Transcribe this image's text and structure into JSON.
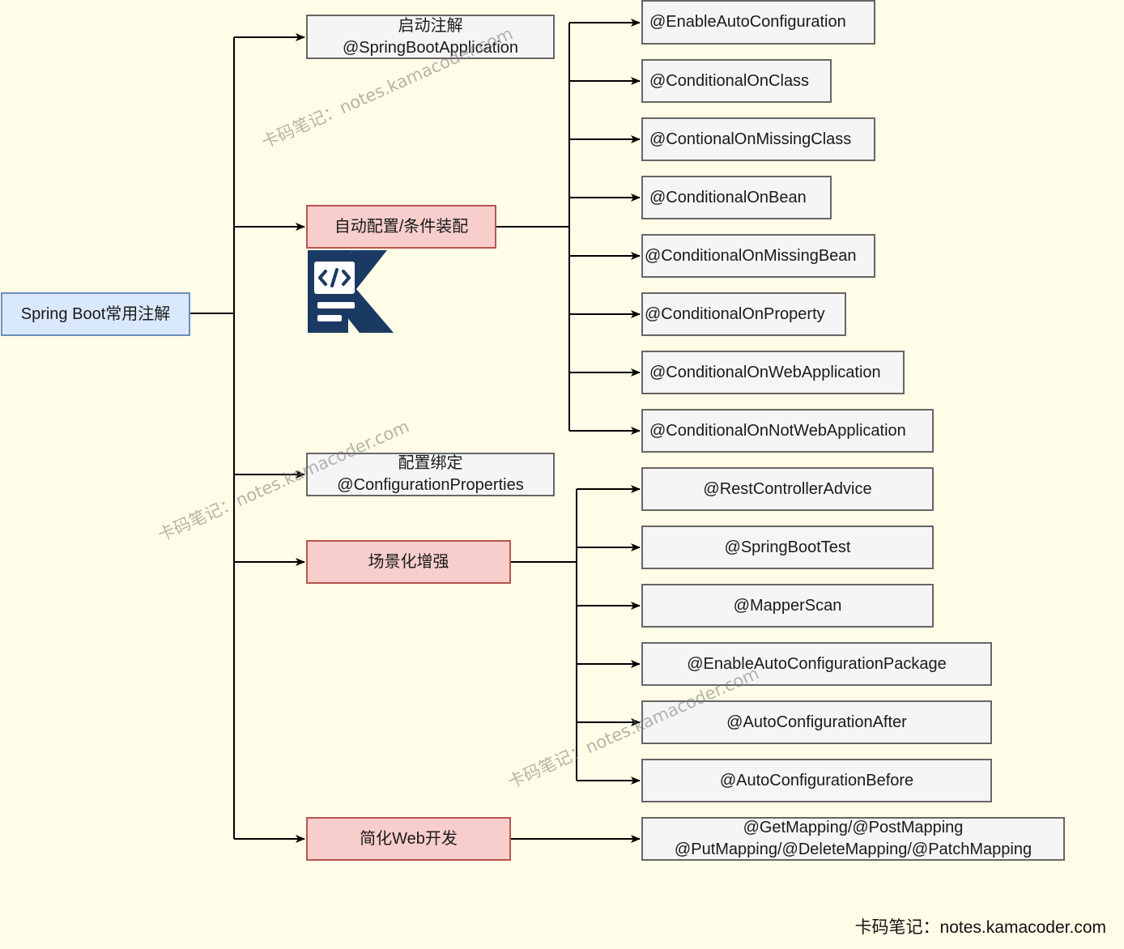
{
  "root": {
    "label": "Spring Boot常用注解"
  },
  "categories": [
    {
      "id": "startup",
      "lines": [
        "启动注解",
        "@SpringBootApplication"
      ]
    },
    {
      "id": "autoconfig",
      "lines": [
        "自动配置/条件装配"
      ]
    },
    {
      "id": "binding",
      "lines": [
        "配置绑定",
        "@ConfigurationProperties"
      ]
    },
    {
      "id": "scenario",
      "lines": [
        "场景化增强"
      ]
    },
    {
      "id": "web",
      "lines": [
        "简化Web开发"
      ]
    }
  ],
  "autoconfig_items": [
    "@EnableAutoConfiguration",
    "@ConditionalOnClass",
    "@ContionalOnMissingClass",
    "@ConditionalOnBean",
    "@ConditionalOnMissingBean",
    "@ConditionalOnProperty",
    "@ConditionalOnWebApplication",
    "@ConditionalOnNotWebApplication"
  ],
  "scenario_items": [
    "@RestControllerAdvice",
    "@SpringBootTest",
    "@MapperScan",
    "@EnableAutoConfigurationPackage",
    "@AutoConfigurationAfter",
    "@AutoConfigurationBefore"
  ],
  "web_items": [
    {
      "lines": [
        "@GetMapping/@PostMapping",
        "@PutMapping/@DeleteMapping/@PatchMapping"
      ]
    }
  ],
  "watermark": "卡码笔记：notes.kamacoder.com",
  "footer": "卡码笔记：notes.kamacoder.com",
  "colors": {
    "background": "#FFFDE7",
    "root_fill": "#dae8fc",
    "root_stroke": "#6c8ebf",
    "category_fill": "#f8cecc",
    "category_stroke": "#b85450",
    "leaf_fill": "#f5f5f5",
    "leaf_stroke": "#666666",
    "logo": "#1b3a63"
  },
  "logo_icon": "kamacoder-logo-icon"
}
